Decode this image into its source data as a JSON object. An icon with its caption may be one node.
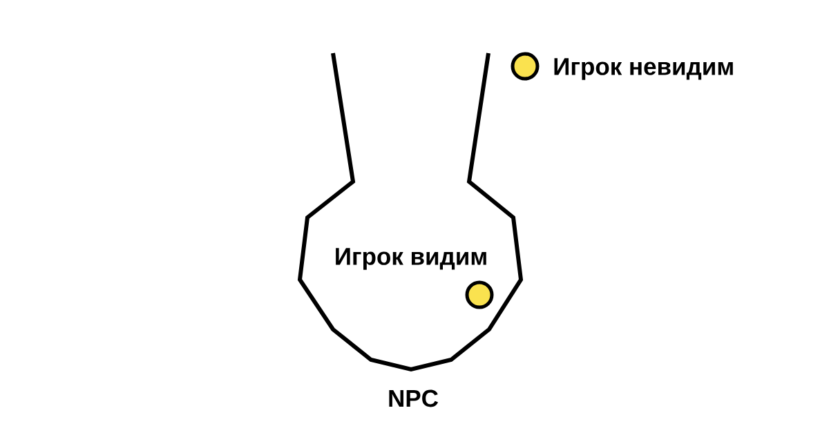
{
  "diagram": {
    "labels": [
      "Игрок невидим",
      "Игрок видим",
      "NPC"
    ]
  }
}
